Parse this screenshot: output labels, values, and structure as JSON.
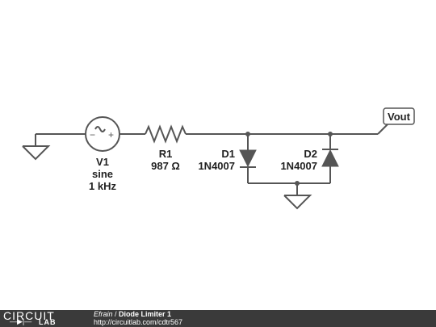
{
  "schematic": {
    "v1": {
      "name": "V1",
      "type": "sine",
      "freq": "1 kHz"
    },
    "r1": {
      "name": "R1",
      "value": "987 Ω"
    },
    "d1": {
      "name": "D1",
      "part": "1N4007"
    },
    "d2": {
      "name": "D2",
      "part": "1N4007"
    },
    "output_label": "Vout"
  },
  "footer": {
    "logo_top": "CIRCUIT",
    "logo_bottom": "LAB",
    "logo_symbol": "—▶|—",
    "author": "Efrain",
    "separator": " / ",
    "title": "Diode Limiter 1",
    "url": "http://circuitlab.com/cdtr567"
  }
}
